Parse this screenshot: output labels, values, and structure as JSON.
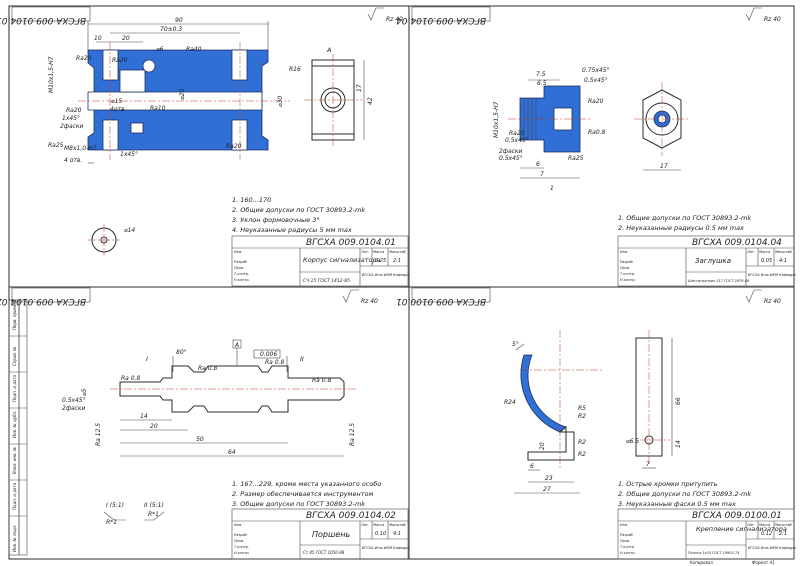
{
  "sheets": [
    {
      "stamp": "ВГСХА 009.0104.01",
      "title": "Корпус сигнализатора",
      "material": "СЧ 15 ГОСТ 1412-85",
      "mass": "0.25",
      "scale": "2:1",
      "roughness": "Rz 40",
      "notes": [
        "1. 160...170",
        "2. Общие допуски по ГОСТ 30893.2-mk",
        "3. Уклон формовочные 3°",
        "4. Неуказанные радиусы 5 мм max"
      ],
      "dims": {
        "d90": "90",
        "d70": "70±0.3",
        "d20": "20",
        "d10": "10",
        "m10": "М10х1,5-Н7",
        "hole6": "⌀6",
        "r40": "Ra40",
        "r20a": "Ra20",
        "r20b": "Ra20",
        "r20c": "Ra20",
        "r25": "Ra25",
        "r10": "Ra10",
        "ch1": "1x45°",
        "twice": "2фаски",
        "m8": "М8х1,0-Н7",
        "holes4": "4 отв.",
        "d15": "⌀15",
        "lh": "4отв.",
        "d20v": "⌀20",
        "d30": "⌀30",
        "viewA": "А",
        "r16": "R16",
        "d17": "17",
        "d42": "42",
        "circ14": "⌀14",
        "ch2": "1x45°"
      }
    },
    {
      "stamp": "ВГСХА 009.0104.04",
      "title": "Заглушка",
      "material": "Шестигранник S17 ГОСТ 2879-88",
      "mass": "0.05",
      "scale": "4:1",
      "roughness": "Rz 40",
      "notes": [
        "1. Общие допуски по ГОСТ 30893.2-mk",
        "2. Неуказанные радиусы 0.5 мм max"
      ],
      "dims": {
        "d75": "7.5",
        "d65": "6.5",
        "ch": "0.75x45°",
        "ch2": "0.5x45°",
        "m": "М10х1,5-Н7",
        "r20": "Ra20",
        "r08": "Ra0.8",
        "r25": "Ra25",
        "d6": "6",
        "d7": "7",
        "d1": "1",
        "d17": "17",
        "twice": "2фаски",
        "ch3": "0.5x45°"
      }
    },
    {
      "stamp": "ВГСХА 009.0104.02",
      "title": "Поршень",
      "material": "Ст 45 ГОСТ 1050-88",
      "mass": "0.10",
      "scale": "4:1",
      "roughness": "Rz 40",
      "notes": [
        "1. 167...229, кроме места указанного особо",
        "2. Размер обеспечивается инструментом",
        "3. Общие допуски по ГОСТ 30893.2-mk"
      ],
      "dims": {
        "a": "А",
        "r08a": "Ra 0.8",
        "r08b": "Ra 0.8",
        "r08c": "Ra 0.8",
        "r08d": "Ra 0.8",
        "tol": "0.006",
        "a80": "80°",
        "d5": "⌀5",
        "ch": "0.5x45°",
        "twice": "2фаски",
        "d14": "14",
        "d20": "20",
        "d50": "50",
        "d64": "64",
        "r125a": "Ra 12.5",
        "r125b": "Ra 12.5",
        "s1": "I",
        "s2": "II",
        "detail1": "I (5:1)",
        "detail2": "II (5:1)",
        "r1": "R*1",
        "r1b": "R*1"
      }
    },
    {
      "stamp": "ВГСХА 009.0100.01",
      "title": "Крепление сигнализатора",
      "material": "Полоса 1х35 ГОСТ 19903-74",
      "mass": "0.12",
      "scale": "2:1",
      "roughness": "Rz 40",
      "notes": [
        "1. Острые кромки притупить",
        "2. Общие допуски по ГОСТ 30893.2-mk",
        "3. Неуказанные фаски 0.5 мм max"
      ],
      "dims": {
        "a": "5°",
        "r24": "R24",
        "r5": "R5",
        "r2a": "R2",
        "r2b": "R2",
        "r2c": "R2",
        "d6": "6",
        "d23": "23",
        "d27": "27",
        "d66": "66",
        "d20": "20",
        "d7": "7",
        "d65": "⌀6.5",
        "d14": "14"
      }
    }
  ],
  "tb_labels": {
    "change": "Изм.",
    "sheet": "Лист",
    "doc": "№ докум.",
    "sign": "Подп.",
    "date": "Дата",
    "dev": "Разраб.",
    "check": "Пров.",
    "tcontrol": "Т.контр.",
    "ncontrol": "Н.контр.",
    "approve": "Утв.",
    "lit": "Лит.",
    "mass": "Масса",
    "scale": "Масштаб",
    "sheetn": "Лист",
    "sheets": "Листов 1",
    "org": "ВГСХА Инж.ИКМ Кафедра"
  },
  "side_stamps": [
    "Перв. примен.",
    "Справ. №",
    "Подп. и дата",
    "Инв. № дубл.",
    "Взам. инв. №",
    "Подп. и дата",
    "Инв. № подл."
  ],
  "footer": {
    "copied": "Копировал",
    "format": "Формат А1"
  }
}
